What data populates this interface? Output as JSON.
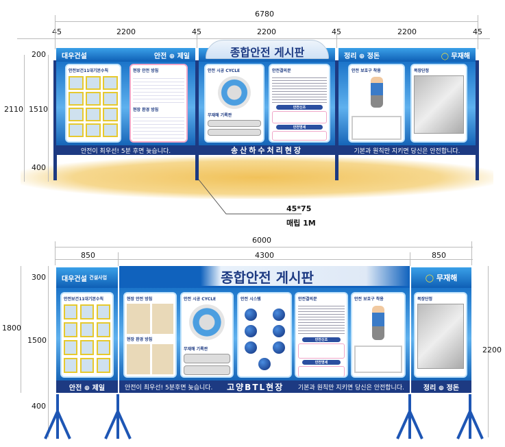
{
  "top_board": {
    "dims": {
      "total_width": "6780",
      "post": "45",
      "panel_width": "2200",
      "header_height": "200",
      "body_height": "1510",
      "total_height": "2110",
      "buried": "400"
    },
    "callout": {
      "post_size": "45*75",
      "burial": "매립 1M"
    },
    "left": {
      "brand": "대우건설",
      "slogan": "안전 ⊕ 제일",
      "panel1": "안전보건11대기본수칙",
      "panel2a": "현장 안전 방침",
      "panel2b": "현장 환경 방침",
      "footer": "안전이 최우선! 5분 후면 늦습니다."
    },
    "center": {
      "title": "종합안전 게시판",
      "panel1": "안전 시공 CYCLE",
      "panel1b": "무재해 기록판",
      "panel2": "안전결의문",
      "pill1": "안전신조",
      "pill2": "안전명세",
      "footer": "송산하수처리현장"
    },
    "right": {
      "slogan": "정리 ⊕ 정돈",
      "brand": "무재해",
      "panel1": "안전 보호구 착용",
      "panel2": "복장단정",
      "footer": "기본과 원칙만 지키면 당신은 안전합니다."
    }
  },
  "bottom_board": {
    "dims": {
      "total_width": "6000",
      "left_width": "850",
      "center_width": "4300",
      "right_width": "850",
      "header_height": "300",
      "body_height": "1500",
      "board_height": "1800",
      "leg_height": "400",
      "total_height": "2200"
    },
    "left": {
      "brand": "대우건설",
      "brand_sub": "건설사업",
      "panel1": "안전보건11대기본수칙",
      "footer": "안전 ⊕ 제일"
    },
    "center": {
      "title": "종합안전 게시판",
      "panel1a": "현장 안전 방침",
      "panel1b": "현장 환경 방침",
      "panel2a": "안전 시공 CYCLE",
      "panel2b": "무재해 기록판",
      "panel3": "안전 시스템",
      "panel4": "안전결의문",
      "pill1": "안전신조",
      "pill2": "안전명세",
      "panel5": "안전 보호구 착용",
      "footer_left": "안전이 최우선! 5분후면 늦습니다.",
      "footer_center": "고양BTL현장",
      "footer_right": "기본과 원칙만 지키면 당신은 안전합니다."
    },
    "right": {
      "brand": "무재해",
      "panel1": "복장단정",
      "footer": "정리 ⊕ 정돈"
    }
  },
  "colors": {
    "navy": "#1d3a82",
    "blue": "#1b74c9",
    "sand": "#f1c25a"
  }
}
